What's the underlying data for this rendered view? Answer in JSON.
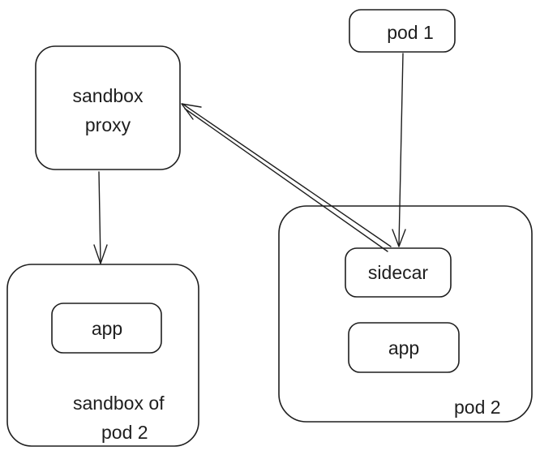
{
  "nodes": {
    "sandbox_proxy": {
      "line1": "sandbox",
      "line2": "proxy"
    },
    "pod1": {
      "label": "pod 1"
    },
    "sandbox_of_pod2": {
      "container_line1": "sandbox of",
      "container_line2": "pod 2",
      "app_label": "app"
    },
    "pod2": {
      "container_label": "pod 2",
      "sidecar_label": "sidecar",
      "app_label": "app"
    }
  },
  "edges": [
    {
      "from": "pod1",
      "to": "sidecar",
      "direction": "forward"
    },
    {
      "from": "sandbox_proxy",
      "to": "sandbox_of_pod2",
      "direction": "forward"
    },
    {
      "from": "sidecar",
      "to": "sandbox_proxy",
      "direction": "forward"
    }
  ],
  "colors": {
    "stroke": "#1e1e1e",
    "background": "#ffffff"
  }
}
